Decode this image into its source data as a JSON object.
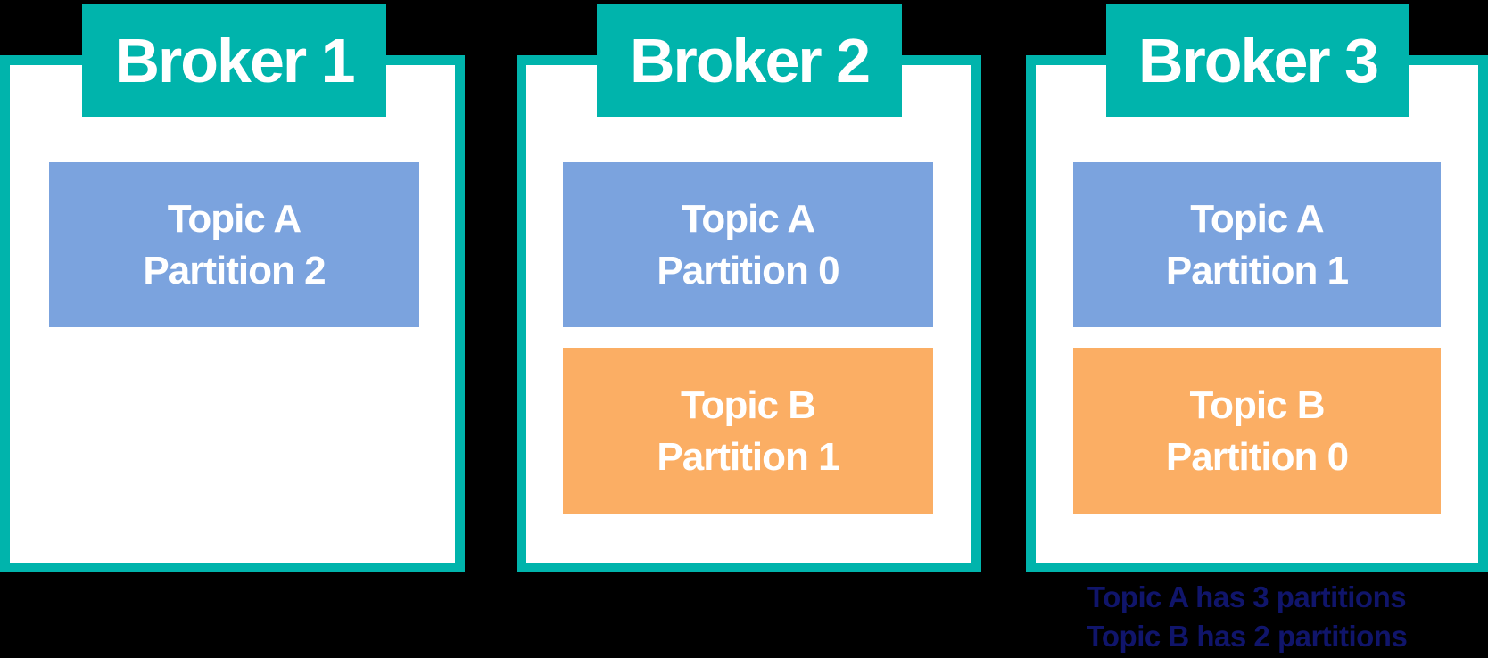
{
  "colors": {
    "teal": "#00B4AC",
    "blue": "#7BA3DE",
    "orange": "#FBAE64",
    "navy": "#10156B",
    "box_bg": "#FFFFFF",
    "background": "#000000"
  },
  "brokers": [
    {
      "label": "Broker 1",
      "partitions": [
        {
          "topic": "Topic A",
          "partition": "Partition 2",
          "color": "blue"
        }
      ]
    },
    {
      "label": "Broker 2",
      "partitions": [
        {
          "topic": "Topic A",
          "partition": "Partition 0",
          "color": "blue"
        },
        {
          "topic": "Topic B",
          "partition": "Partition 1",
          "color": "orange"
        }
      ]
    },
    {
      "label": "Broker 3",
      "partitions": [
        {
          "topic": "Topic A",
          "partition": "Partition 1",
          "color": "blue"
        },
        {
          "topic": "Topic B",
          "partition": "Partition 0",
          "color": "orange"
        }
      ]
    }
  ],
  "note": {
    "line1": "Topic A has 3 partitions",
    "line2": "Topic B has 2 partitions"
  }
}
